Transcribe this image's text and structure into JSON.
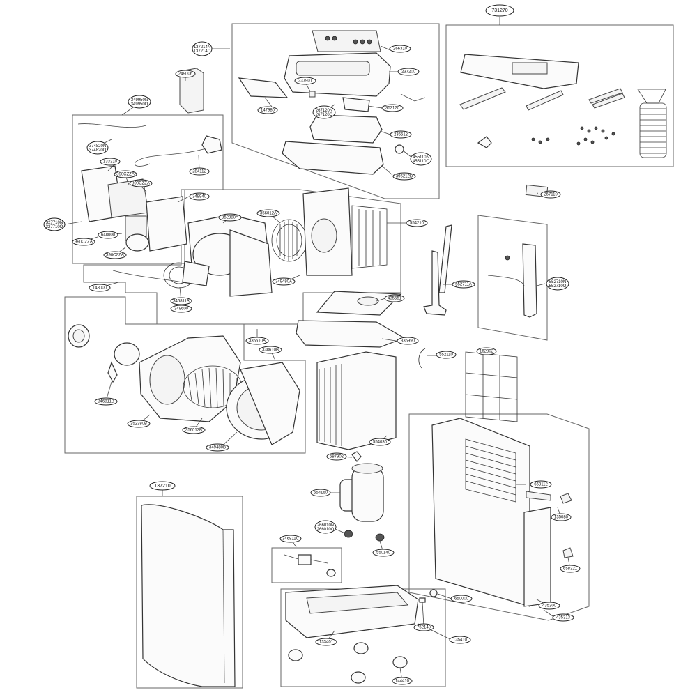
{
  "callouts": {
    "c731270": "731270",
    "c137214": "137214N\n137214O",
    "c249006": "249006",
    "c349950": "349950N\n349950O",
    "c237901": "237901",
    "c147980": "147980",
    "c267120": "267120N\n267120O",
    "c266310": "266310",
    "c237200": "237200",
    "c352120": "352120",
    "c236512": "236512",
    "c455": "455110N\n455110O",
    "c395212": "395212D",
    "c374820": "374820N\n374820O",
    "c284112": "284112",
    "c133310": "133310",
    "c390": "390CZZA",
    "c348940": "348940",
    "c327": "327710N\n327710O",
    "c390b": "390CZZA",
    "c648000": "648000",
    "c390c": "390CZZA",
    "c352380": "352380A",
    "c356012": "356012A",
    "c554210": "554210",
    "c267110": "267110",
    "c148000": "148000",
    "c346811a": "346811A",
    "c349600": "349600",
    "c349480": "349480A",
    "c552711": "552711A",
    "c552710": "552710N\n552710O",
    "c435551": "435551",
    "c336610": "336610A",
    "c335990": "335990",
    "c338": "338610B",
    "c552110": "552110",
    "c162302": "162302",
    "c346811b": "346811B",
    "c352380b": "352380B",
    "c356012b": "356012B",
    "c349480b": "349480B",
    "c554030": "554030",
    "c587902": "587902",
    "c554160": "554160",
    "c137210": "137210",
    "c266010": "266010N\n266010O",
    "c346811c": "346811C",
    "c550140": "550140",
    "c663112": "663112",
    "c135080": "135080",
    "c658321": "658321",
    "c435300": "435300",
    "c435313": "435313",
    "c650000": "650000",
    "c752140": "752140",
    "c133401": "133401",
    "c135410": "135410",
    "c144410": "144410"
  }
}
